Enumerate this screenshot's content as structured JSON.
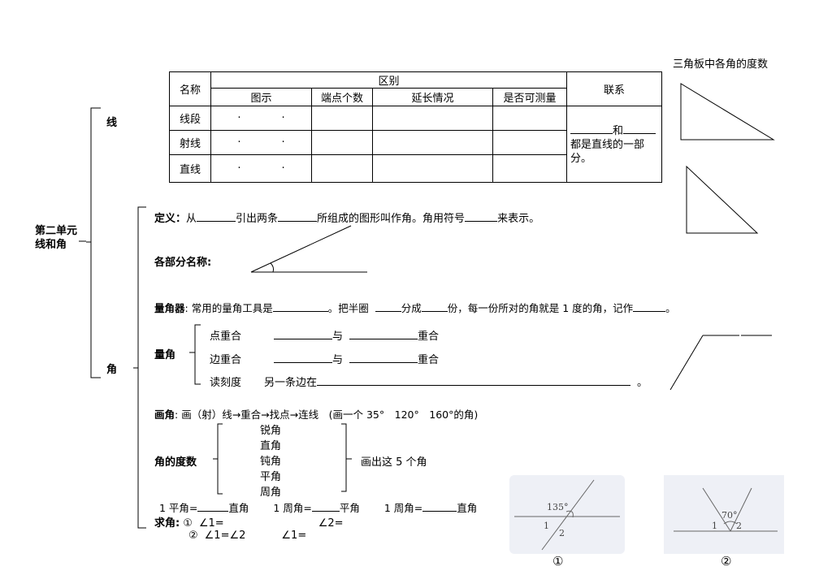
{
  "triangle_title": "三角板中各角的度数",
  "unit_title_line1": "第二单元",
  "unit_title_line2": "线和角",
  "branch_line": "线",
  "branch_angle": "角",
  "table": {
    "col_name": "名称",
    "col_diff": "区别",
    "col_link": "联系",
    "sub_cols": [
      "图示",
      "端点个数",
      "延长情况",
      "是否可测量"
    ],
    "rows": [
      "线段",
      "射线",
      "直线"
    ],
    "dots": "·",
    "link_and": "和",
    "link_text1": "都是直线的一部",
    "link_text2": "分。"
  },
  "definition": {
    "label": "定义：",
    "p1": "从",
    "p2": "引出两条",
    "p3": "所组成的图形叫作角。角用符号",
    "p4": "来表示。"
  },
  "parts_label": "各部分名称:",
  "protractor": {
    "label": "量角器",
    "p1": ": 常用的量角工具是",
    "p2": "。把半圈",
    "p3": "分成",
    "p4": "份，每一份所对的角就是 1 度的角，记作",
    "p5": "。"
  },
  "measure": {
    "label": "量角",
    "step1": "点重合",
    "step2": "边重合",
    "step3": "读刻度",
    "with": "与",
    "coincide": "重合",
    "other_side": "另一条边在",
    "end": "。"
  },
  "draw": {
    "label": "画角",
    "text": ": 画（射）线→重合→找点→连线　(画一个 35°　120°　160°的角)"
  },
  "degrees": {
    "label": "角的度数",
    "items": [
      "锐角",
      "直角",
      "钝角",
      "平角",
      "周角"
    ],
    "draw_these": "画出这 5 个角"
  },
  "equations": {
    "e1": "1 平角=",
    "e1b": "直角",
    "e2": "1 周角=",
    "e2b": "平角",
    "e3": "1 周角=",
    "e3b": "直角"
  },
  "find_angle": {
    "label": "求角:",
    "c1": "①",
    "c2": "②",
    "a1": "∠1=",
    "a2": "∠2=",
    "a3": "∠1=∠2",
    "a4": "∠1="
  },
  "figures": {
    "f1_angle": "135°",
    "f1_l1": "1",
    "f1_l2": "2",
    "f1_caption": "①",
    "f2_angle": "70°",
    "f2_l1": "1",
    "f2_l2": "2",
    "f2_caption": "②"
  }
}
